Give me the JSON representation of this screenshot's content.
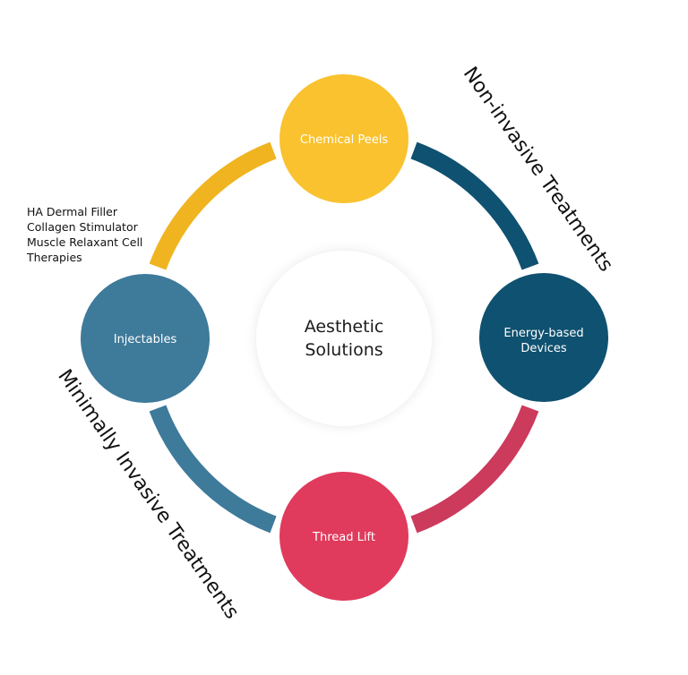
{
  "center": {
    "line1": "Aesthetic",
    "line2": "Solutions"
  },
  "nodes": {
    "top": {
      "label": "Chemical Peels",
      "color": "#F9C22E"
    },
    "right": {
      "line1": "Energy-based",
      "line2": "Devices",
      "color": "#0F5170"
    },
    "bottom": {
      "label": "Thread Lift",
      "color": "#E03A5C"
    },
    "left": {
      "label": "Injectables",
      "color": "#3E7A9A"
    }
  },
  "arcs": {
    "top_left_color": "#EFB420",
    "top_right_color": "#0F5170",
    "bottom_right_color": "#CC3A5C",
    "bottom_left_color": "#3E7A9A"
  },
  "side_labels": {
    "non_invasive": "Non-invasive Treatments",
    "minimally_invasive": "Minimally Invasive Treatments"
  },
  "note": {
    "lines": [
      "HA Dermal Filler",
      "Collagen Stimulator",
      "Muscle Relaxant Cell",
      "Therapies"
    ]
  }
}
